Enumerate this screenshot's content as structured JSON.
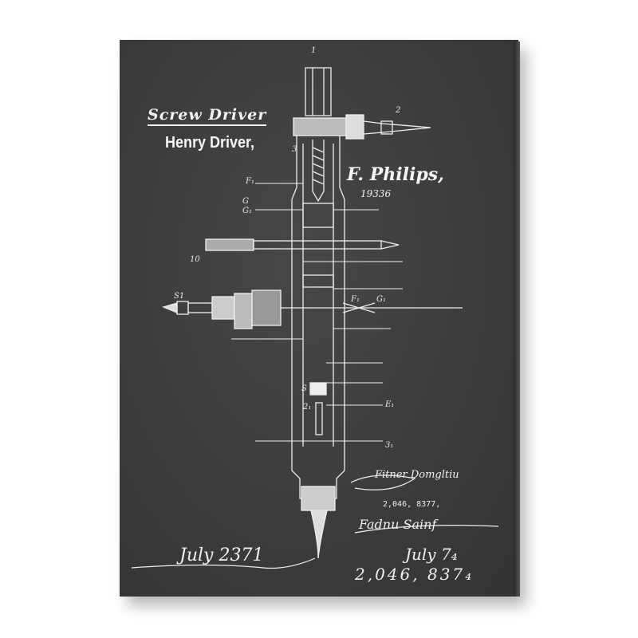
{
  "print": {
    "title": "Screw Driver",
    "inventor": "Henry Driver,",
    "assignee": "F. Philips,",
    "year": "19336",
    "patent_number_printed": "2,046, 8377,",
    "signature_top": "Fitner Domgltiu",
    "signature_middle": "Fadnu Sainf",
    "date_script": "July 7₄",
    "patent_number_script": "2,046, 837₄",
    "signature_bottom": "July 2371",
    "part_labels": [
      "1",
      "2",
      "3",
      "F₁",
      "G",
      "G₁",
      "10",
      "S1",
      "F₁",
      "G₁",
      "S",
      "2₁",
      "E₁",
      "3₁"
    ],
    "colors": {
      "board": "#3c3c3c",
      "ink": "#f0f0f0"
    }
  }
}
